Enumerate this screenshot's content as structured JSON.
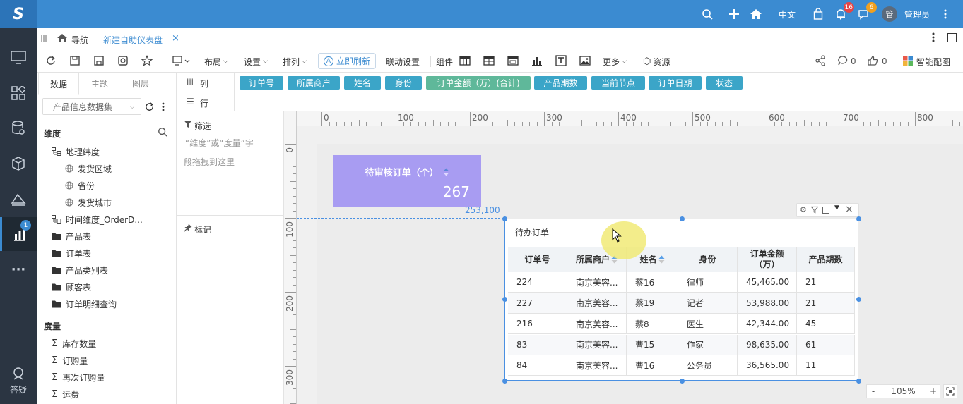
{
  "topbar": {
    "logo": "S",
    "language": "中文",
    "notif_count": "16",
    "msg_count": "6",
    "user_avatar": "管",
    "user_name": "管理员"
  },
  "leftnav": {
    "analysis_badge": "1",
    "help_label": "答疑"
  },
  "tabbar": {
    "home_label": "导航",
    "active_tab": "新建自助仪表盘"
  },
  "toolbar": {
    "layout": "布局",
    "settings": "设置",
    "arrange": "排列",
    "refresh_now": "立即刷新",
    "linkage_settings": "联动设置",
    "components": "组件",
    "more": "更多",
    "resources": "资源",
    "comment_count": "0",
    "like_count": "0",
    "smart_config": "智能配图"
  },
  "datapanel": {
    "tabs": [
      "数据",
      "主题",
      "图层"
    ],
    "dataset_placeholder": "产品信息数据集",
    "dimension_title": "维度",
    "dimensions": [
      {
        "label": "地理纬度",
        "level": 0,
        "icon": "hierarchy"
      },
      {
        "label": "发货区域",
        "level": 1,
        "icon": "globe"
      },
      {
        "label": "省份",
        "level": 1,
        "icon": "globe"
      },
      {
        "label": "发货城市",
        "level": 1,
        "icon": "globe"
      },
      {
        "label": "时间维度_OrderD...",
        "level": 0,
        "icon": "hierarchy"
      },
      {
        "label": "产品表",
        "level": 0,
        "icon": "folder"
      },
      {
        "label": "订单表",
        "level": 0,
        "icon": "folder"
      },
      {
        "label": "产品类别表",
        "level": 0,
        "icon": "folder"
      },
      {
        "label": "顾客表",
        "level": 0,
        "icon": "folder"
      },
      {
        "label": "订单明细查询",
        "level": 0,
        "icon": "folder"
      }
    ],
    "measure_title": "度量",
    "measures": [
      "库存数量",
      "订购量",
      "再次订购量",
      "运费"
    ]
  },
  "shelf": {
    "columns_label": "列",
    "rows_label": "行",
    "column_fields": [
      "订单号",
      "所属商户",
      "姓名",
      "身份",
      "订单金额（万）(合计)",
      "产品期数",
      "当前节点",
      "订单日期",
      "状态"
    ]
  },
  "filter": {
    "title": "筛选",
    "hint_line1": "“维度”或“度量”字",
    "hint_line2": "段拖拽到这里",
    "mark_title": "标记"
  },
  "canvas": {
    "ruler_h": [
      "0",
      "100",
      "200",
      "300",
      "400",
      "500",
      "600",
      "700",
      "800"
    ],
    "ruler_v": [
      "0",
      "100",
      "200",
      "300"
    ],
    "coord_readout": "253,100",
    "zoom": "105%",
    "zoom_minus": "-",
    "zoom_plus": "+"
  },
  "kpi": {
    "title": "待审核订单（个）",
    "value": "267"
  },
  "table_widget": {
    "title": "待办订单",
    "headers": [
      "订单号",
      "所属商户",
      "姓名",
      "身份",
      "订单金额（万）",
      "产品期数"
    ],
    "rows": [
      [
        "224",
        "南京美容...",
        "蔡16",
        "律师",
        "45,465.00",
        "21"
      ],
      [
        "227",
        "南京美容...",
        "蔡19",
        "记者",
        "53,988.00",
        "21"
      ],
      [
        "216",
        "南京美容...",
        "蔡8",
        "医生",
        "42,344.00",
        "45"
      ],
      [
        "83",
        "南京美容...",
        "曹15",
        "作家",
        "98,635.00",
        "61"
      ],
      [
        "84",
        "南京美容...",
        "曹16",
        "公务员",
        "36,565.00",
        "11"
      ]
    ]
  },
  "colors": {
    "accent": "#3b8bd1",
    "pill": "#3ba5c8",
    "pill_measure": "#5fb89a",
    "kpi_bg": "#a89cf2",
    "nav_bg": "#2b3542"
  }
}
